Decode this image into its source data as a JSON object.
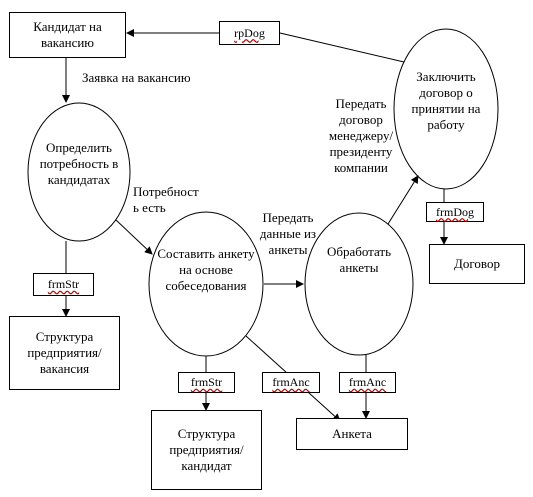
{
  "entities": {
    "candidate": "Кандидат на вакансию",
    "structure_vacancy": "Структура предприятия/ вакансия",
    "structure_candidate": "Структура предприятия/ кандидат",
    "questionnaire": "Анкета",
    "contract": "Договор"
  },
  "processes": {
    "determine_need": "Определить потребность в кандидатах",
    "compose_questionnaire": "Составить анкету на основе собеседования",
    "process_questionnaires": "Обработать анкеты",
    "conclude_contract": "Заключить договор о принятии на работу"
  },
  "forms": {
    "rpDog": "rpDog",
    "frmStr_1": "frmStr",
    "frmStr_2": "frmStr",
    "frmAnc_1": "frmAnc",
    "frmAnc_2": "frmAnc",
    "frmDog": "frmDog"
  },
  "flows": {
    "vacancy_request": "Заявка на вакансию",
    "need_exists": "Потребност ь есть",
    "transfer_data": "Передать данные из анкеты",
    "transfer_contract": "Передать договор менеджеру/ президенту компании"
  }
}
